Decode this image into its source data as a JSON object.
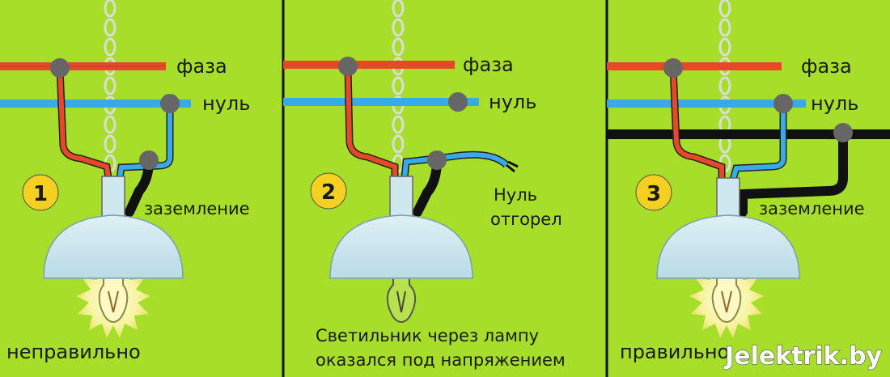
{
  "colors": {
    "background": "#a6de2a",
    "phase_wire": "#e8482a",
    "neutral_wire": "#3aa9e8",
    "ground_wire": "#111111",
    "connector": "#666666",
    "shade": "#c8e4ee",
    "badge": "#f5d020",
    "glow": "#f6f3a0"
  },
  "panels": [
    {
      "number": "1",
      "phase_label": "фаза",
      "neutral_label": "нуль",
      "ground_label": "заземление",
      "caption": "неправильно"
    },
    {
      "number": "2",
      "phase_label": "фаза",
      "neutral_label": "нуль",
      "note_line1": "Нуль",
      "note_line2": "отгорел",
      "caption_line1": "Светильник через лампу",
      "caption_line2": "оказался под напряжением"
    },
    {
      "number": "3",
      "phase_label": "фаза",
      "neutral_label": "нуль",
      "ground_label": "заземление",
      "caption": "правильно"
    }
  ],
  "watermark": "Jelektrik.by"
}
